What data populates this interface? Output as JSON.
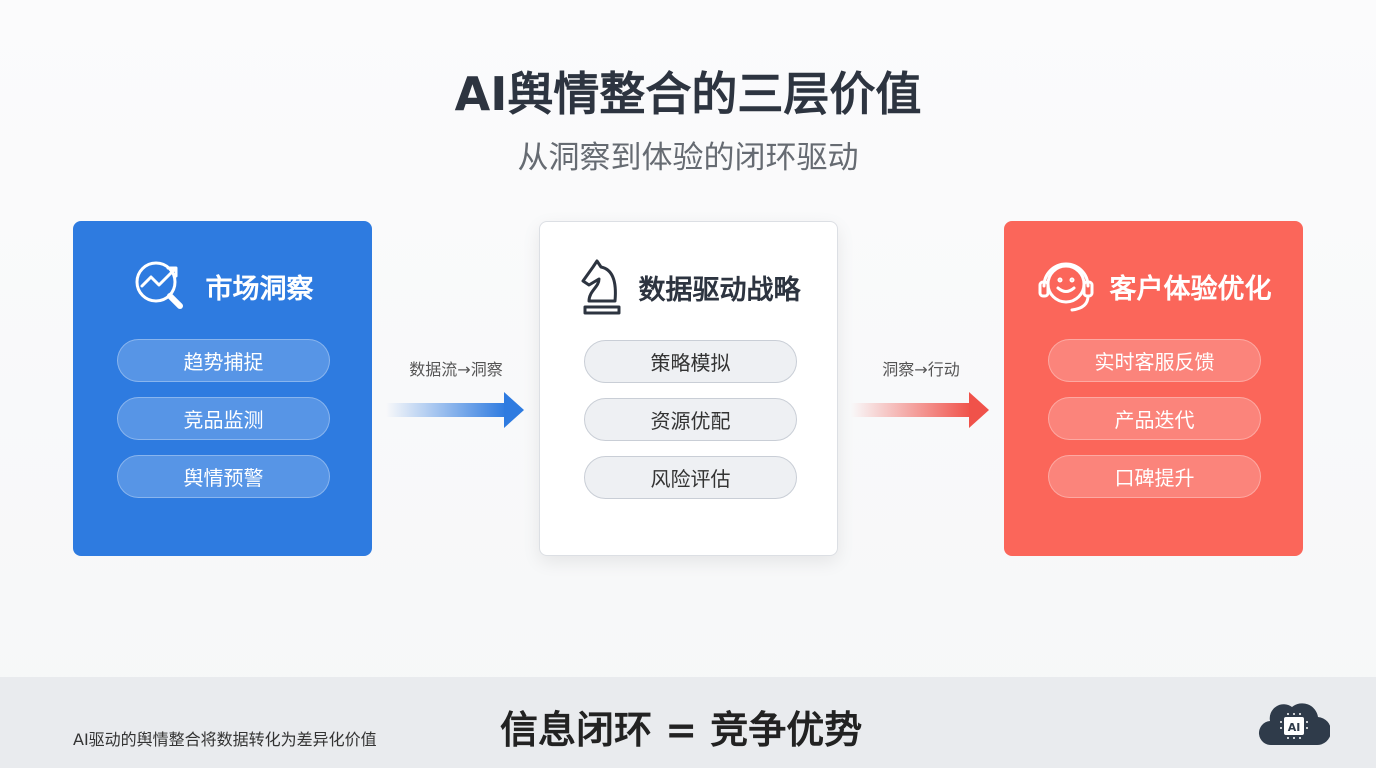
{
  "title": "AI舆情整合的三层价值",
  "subtitle": "从洞察到体验的闭环驱动",
  "cards": [
    {
      "title": "市场洞察",
      "icon": "chart-magnifier-icon",
      "items": [
        "趋势捕捉",
        "竞品监测",
        "舆情预警"
      ],
      "color": "#2e7be0"
    },
    {
      "title": "数据驱动战略",
      "icon": "chess-knight-icon",
      "items": [
        "策略模拟",
        "资源优配",
        "风险评估"
      ],
      "color": "#ffffff"
    },
    {
      "title": "客户体验优化",
      "icon": "headset-icon",
      "items": [
        "实时客服反馈",
        "产品迭代",
        "口碑提升"
      ],
      "color": "#fb665a"
    }
  ],
  "flows": [
    {
      "label": "数据流→洞察",
      "color": "#2e7be0"
    },
    {
      "label": "洞察→行动",
      "color": "#f0524a"
    }
  ],
  "footer": {
    "note": "AI驱动的舆情整合将数据转化为差异化价值",
    "slogan": "信息闭环 = 竞争优势",
    "logo_text": "AI"
  }
}
